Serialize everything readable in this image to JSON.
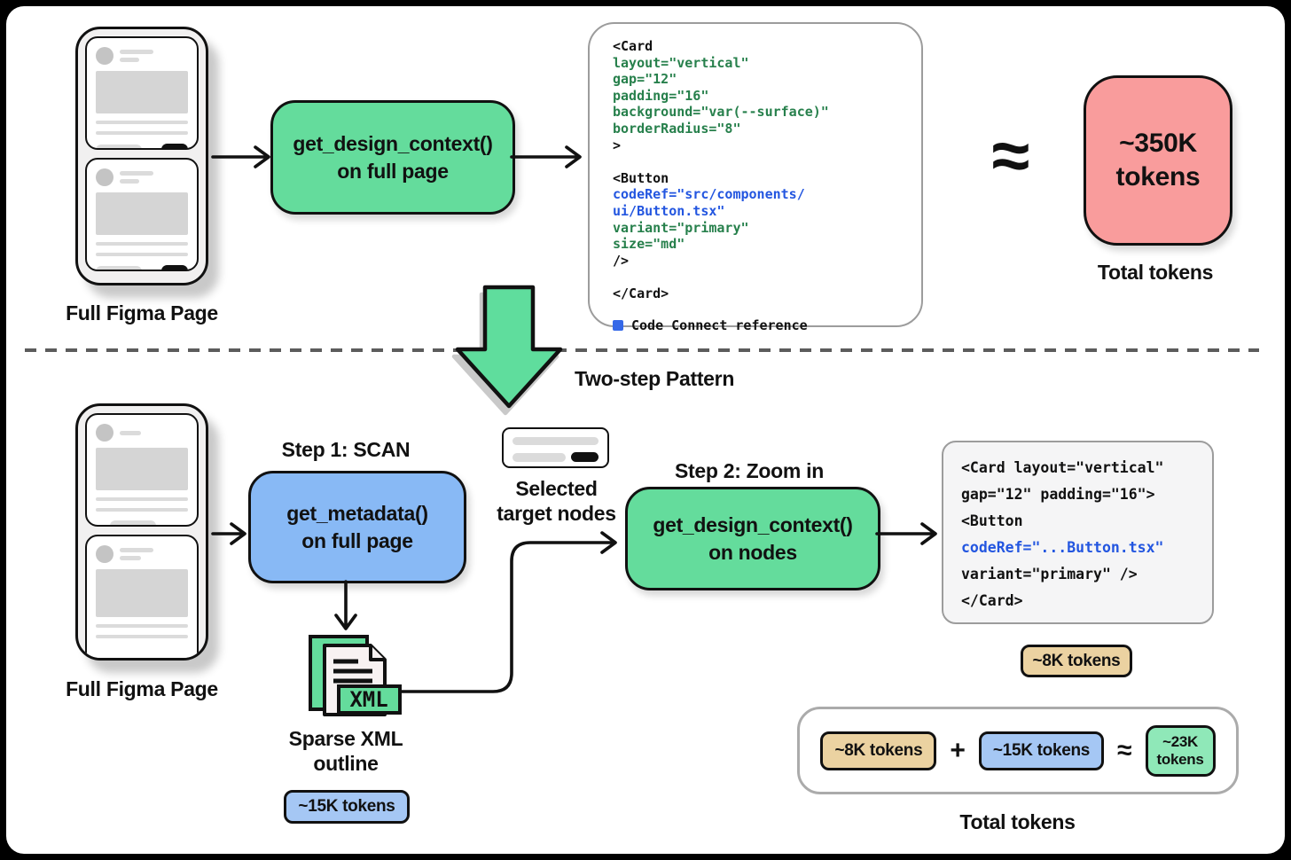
{
  "top_flow": {
    "figma_page_label": "Full Figma Page",
    "tool_box_line1": "get_design_context()",
    "tool_box_line2": "on full page",
    "code_block": {
      "lines": [
        {
          "t": "<Card",
          "c": "k"
        },
        {
          "t": "layout=\"vertical\"",
          "c": "g"
        },
        {
          "t": "gap=\"12\"",
          "c": "g"
        },
        {
          "t": "padding=\"16\"",
          "c": "g"
        },
        {
          "t": "background=\"var(--surface)\"",
          "c": "g"
        },
        {
          "t": "borderRadius=\"8\"",
          "c": "g"
        },
        {
          "t": ">",
          "c": "k"
        },
        {
          "t": "",
          "c": "k"
        },
        {
          "t": "<Button",
          "c": "k"
        },
        {
          "t": "codeRef=\"src/components/",
          "c": "b"
        },
        {
          "t": "ui/Button.tsx\"",
          "c": "b"
        },
        {
          "t": "variant=\"primary\"",
          "c": "g"
        },
        {
          "t": "size=\"md\"",
          "c": "g"
        },
        {
          "t": "/>",
          "c": "k"
        },
        {
          "t": "",
          "c": "k"
        },
        {
          "t": "</Card>",
          "c": "k"
        }
      ],
      "legend": "Code Connect reference"
    },
    "approx_symbol": "≈",
    "result_box_line1": "~350K",
    "result_box_line2": "tokens",
    "result_label": "Total tokens"
  },
  "pattern_label": "Two-step Pattern",
  "bottom_flow": {
    "figma_page_label": "Full Figma Page",
    "step1_label": "Step 1: SCAN",
    "metadata_box_line1": "get_metadata()",
    "metadata_box_line2": "on full page",
    "xml_badge": "XML",
    "sparse_label_line1": "Sparse XML",
    "sparse_label_line2": "outline",
    "badge_15k": "~15K tokens",
    "selected_label_line1": "Selected",
    "selected_label_line2": "target nodes",
    "step2_label": "Step 2: Zoom in",
    "context_box_line1": "get_design_context()",
    "context_box_line2": "on nodes",
    "code_block": {
      "lines": [
        {
          "t": "<Card layout=\"vertical\"",
          "c": "k"
        },
        {
          "t": "gap=\"12\" padding=\"16\">",
          "c": "k"
        },
        {
          "t": "<Button",
          "c": "k"
        },
        {
          "t": "codeRef=\"...Button.tsx\"",
          "c": "b"
        },
        {
          "t": "variant=\"primary\" />",
          "c": "k"
        },
        {
          "t": "</Card>",
          "c": "k"
        }
      ]
    },
    "badge_8k": "~8K tokens",
    "summary": {
      "badge_8k": "~8K tokens",
      "plus": "+",
      "badge_15k": "~15K tokens",
      "approx": "≈",
      "badge_23k_line1": "~23K",
      "badge_23k_line2": "tokens",
      "label": "Total tokens"
    }
  },
  "colors": {
    "green_box": "#64DC9C",
    "blue_box": "#88B9F5",
    "pink_box": "#F99C9C",
    "tan_badge": "#EBD2A1",
    "blue_badge": "#A5C7F4",
    "green_badge": "#8FE8B8",
    "code_green": "#27804C",
    "code_blue": "#2356E0",
    "legend_square_blue": "#3568E8"
  }
}
